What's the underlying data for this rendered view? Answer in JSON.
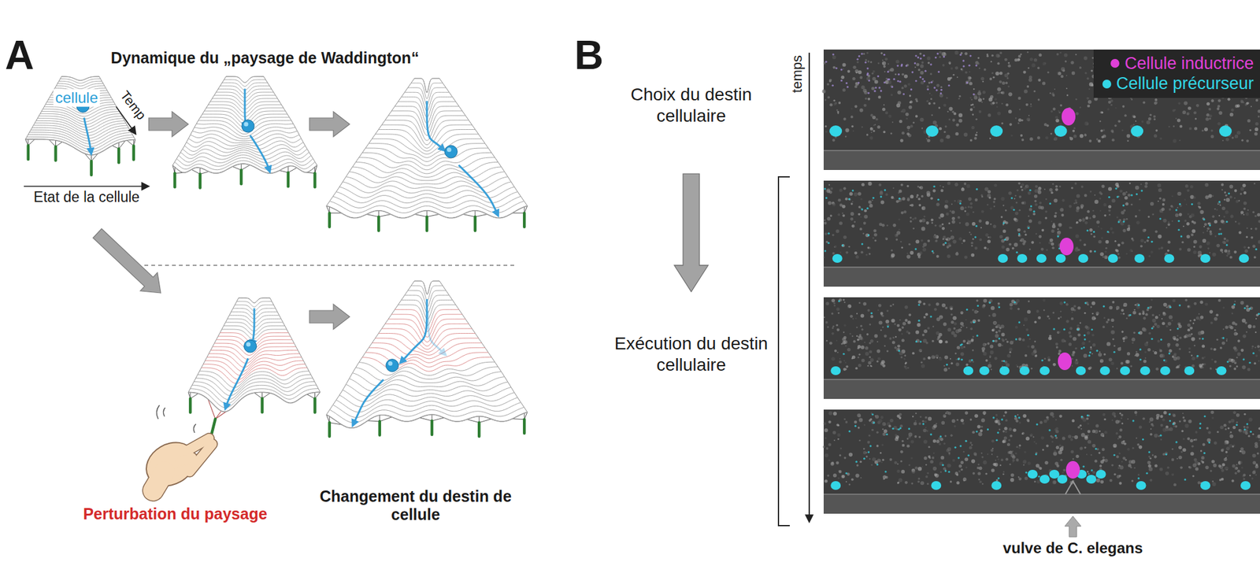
{
  "diagram": {
    "nodes": [
      {
        "text": [
          "Choix du destin cellulaire"
        ]
      },
      {
        "text": [
          "Exécution du destin cellulaire"
        ]
      }
    ],
    "edges": [
      {
        "from": 0,
        "to": 1,
        "arrow": "to"
      }
    ],
    "labels": [
      "A",
      "Dynamique du „paysage de Waddington“",
      "cellule",
      "Temp",
      "Etat de la cellule",
      "Perturbation du paysage",
      "Changement du destin de cellule",
      "B",
      "temps",
      "vulve de C. elegans"
    ],
    "legend": [
      {
        "text": "Cellule inductrice",
        "color": "#e040d8"
      },
      {
        "text": "Cellule précurseur",
        "color": "#33d6e6"
      }
    ]
  }
}
